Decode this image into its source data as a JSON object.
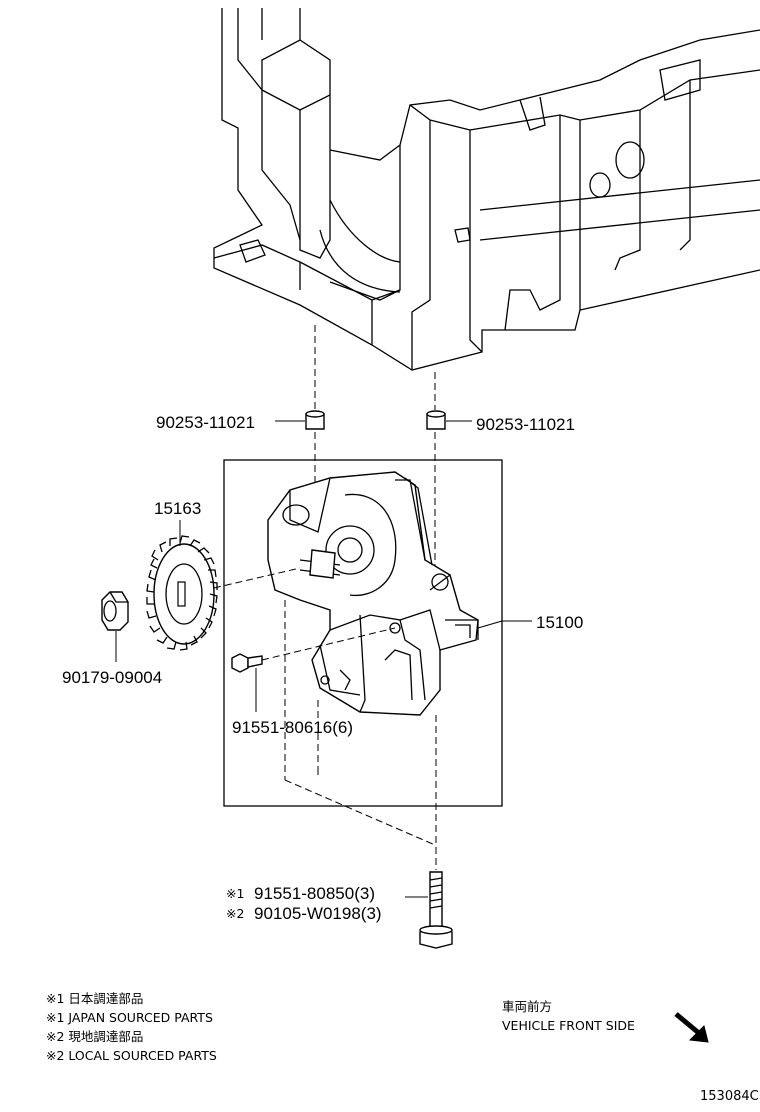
{
  "labels": {
    "pin_left": "90253-11021",
    "pin_right": "90253-11021",
    "sprocket": "15163",
    "pump": "15100",
    "nut": "90179-09004",
    "bolt_small": "91551-80616(6)",
    "bolt_long_1": "91551-80850(3)",
    "bolt_long_2": "90105-W0198(3)",
    "mark_1": "※1",
    "mark_2": "※2"
  },
  "legend": {
    "line1": "※1 日本調達部品",
    "line2": "※1 JAPAN SOURCED PARTS",
    "line3": "※2 現地調達部品",
    "line4": "※2 LOCAL SOURCED PARTS"
  },
  "direction": {
    "jp": "車両前方",
    "en": "VEHICLE FRONT SIDE",
    "arrow_icon": "arrow-down-right-icon"
  },
  "figure_id": "153084C"
}
